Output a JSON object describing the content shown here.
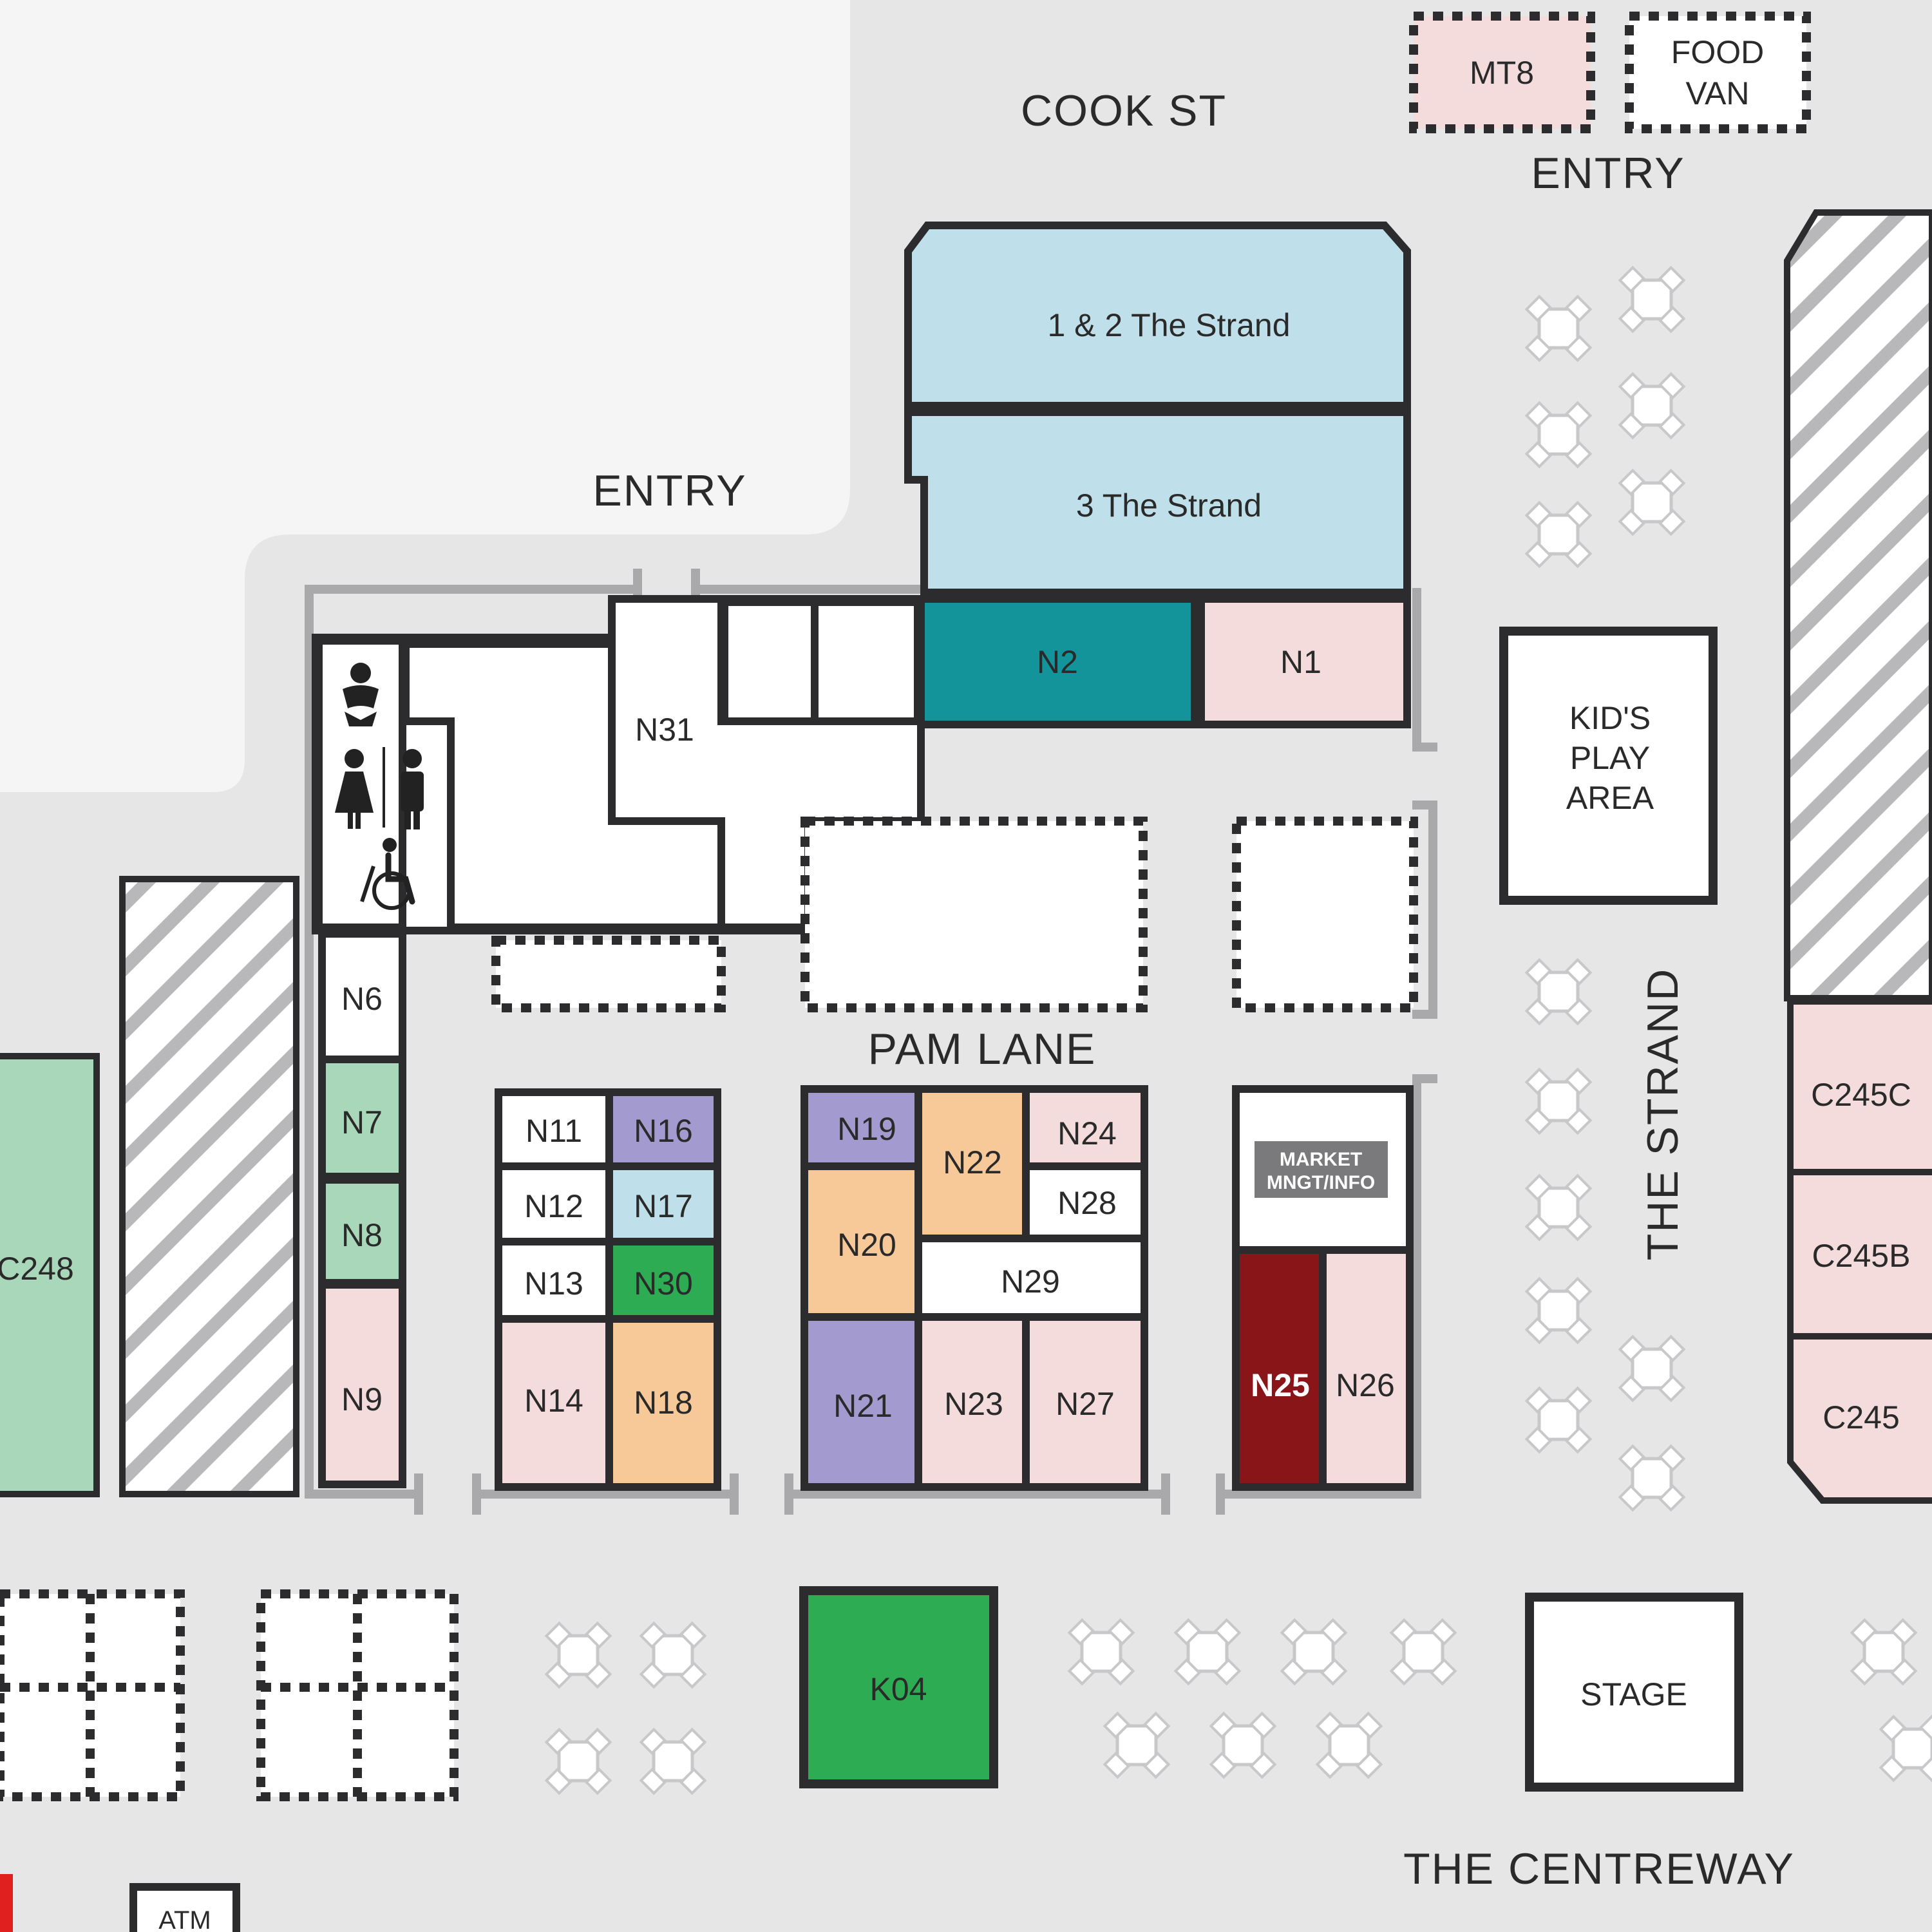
{
  "streets": {
    "cook_st": "COOK ST",
    "pam_lane": "PAM LANE",
    "the_strand": "THE STRAND",
    "the_centreway": "THE CENTREWAY",
    "entry_top_right": "ENTRY",
    "entry_left": "ENTRY"
  },
  "top_stalls": {
    "mt8": "MT8",
    "food_van": "FOOD\nVAN"
  },
  "buildings": {
    "strand_1_2": "1 & 2 The Strand",
    "strand_3": "3 The Strand",
    "kids_play_area": "KID'S\nPLAY\nAREA",
    "stage": "STAGE",
    "market_info": "MARKET\nMNGT/INFO",
    "atm": "ATM"
  },
  "stalls": [
    {
      "id": "N1",
      "label": "N1",
      "category": "pink"
    },
    {
      "id": "N2",
      "label": "N2",
      "category": "teal"
    },
    {
      "id": "N6",
      "label": "N6",
      "category": "white"
    },
    {
      "id": "N7",
      "label": "N7",
      "category": "green-light"
    },
    {
      "id": "N8",
      "label": "N8",
      "category": "green-light"
    },
    {
      "id": "N9",
      "label": "N9",
      "category": "pink"
    },
    {
      "id": "N11",
      "label": "N11",
      "category": "white"
    },
    {
      "id": "N12",
      "label": "N12",
      "category": "white"
    },
    {
      "id": "N13",
      "label": "N13",
      "category": "white"
    },
    {
      "id": "N14",
      "label": "N14",
      "category": "pink"
    },
    {
      "id": "N16",
      "label": "N16",
      "category": "purple"
    },
    {
      "id": "N17",
      "label": "N17",
      "category": "blue"
    },
    {
      "id": "N30",
      "label": "N30",
      "category": "green"
    },
    {
      "id": "N18",
      "label": "N18",
      "category": "orange"
    },
    {
      "id": "N19",
      "label": "N19",
      "category": "purple"
    },
    {
      "id": "N20",
      "label": "N20",
      "category": "orange"
    },
    {
      "id": "N21",
      "label": "N21",
      "category": "purple"
    },
    {
      "id": "N22",
      "label": "N22",
      "category": "orange"
    },
    {
      "id": "N24",
      "label": "N24",
      "category": "pink"
    },
    {
      "id": "N28",
      "label": "N28",
      "category": "white"
    },
    {
      "id": "N29",
      "label": "N29",
      "category": "white"
    },
    {
      "id": "N23",
      "label": "N23",
      "category": "pink"
    },
    {
      "id": "N27",
      "label": "N27",
      "category": "pink"
    },
    {
      "id": "N25",
      "label": "N25",
      "category": "dark-red"
    },
    {
      "id": "N26",
      "label": "N26",
      "category": "pink"
    },
    {
      "id": "N31",
      "label": "N31",
      "category": "white"
    },
    {
      "id": "C245C",
      "label": "C245C",
      "category": "pink"
    },
    {
      "id": "C245B",
      "label": "C245B",
      "category": "pink"
    },
    {
      "id": "C245",
      "label": "C245",
      "category": "pink"
    },
    {
      "id": "C248",
      "label": "C248",
      "category": "green-light"
    },
    {
      "id": "K04",
      "label": "K04",
      "category": "green"
    }
  ],
  "amenity_icons": [
    "baby-change-icon",
    "female-toilet-icon",
    "male-toilet-icon",
    "accessible-toilet-icon",
    "cafe-table-icon"
  ],
  "colors": {
    "background": "#e6e6e7",
    "outline": "#2c2c2e",
    "blue": "#bfe0ea",
    "teal": "#13939a",
    "pink": "#f4dcdc",
    "green-light": "#a8d8b9",
    "green": "#2eac53",
    "purple": "#a39bcf",
    "orange": "#f7c898",
    "dark-red": "#8a1518",
    "white": "#ffffff"
  }
}
